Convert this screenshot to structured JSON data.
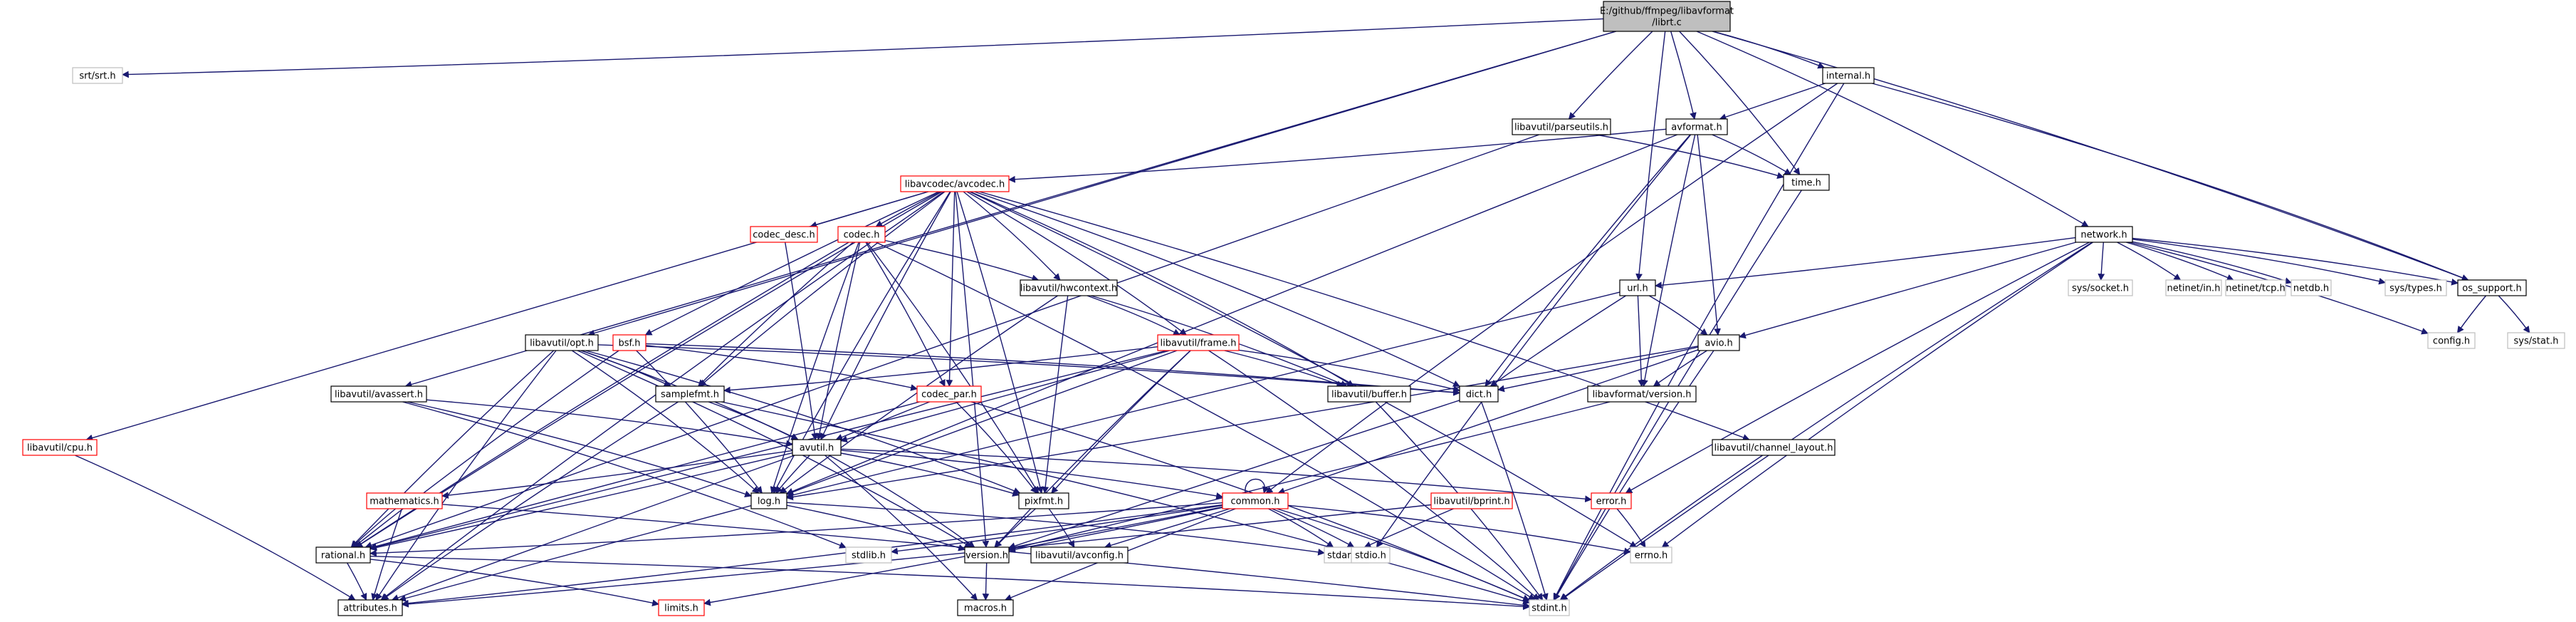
{
  "colors": {
    "edge": "#191970",
    "root_fill": "#bfbfbf",
    "documented_border": "#000000",
    "undocumented_border": "#ff0000",
    "system_border": "#bfbfbf"
  },
  "nodes": [
    {
      "id": "root",
      "lines": [
        "E:/github/ffmpeg/libavformat",
        "/librt.c"
      ],
      "kind": "root"
    },
    {
      "id": "srt",
      "lines": [
        "srt/srt.h"
      ],
      "kind": "sys"
    },
    {
      "id": "parseutils",
      "lines": [
        "libavutil/parseutils.h"
      ],
      "kind": "doc"
    },
    {
      "id": "internal",
      "lines": [
        "internal.h"
      ],
      "kind": "doc"
    },
    {
      "id": "avformat",
      "lines": [
        "avformat.h"
      ],
      "kind": "doc"
    },
    {
      "id": "time",
      "lines": [
        "time.h"
      ],
      "kind": "doc"
    },
    {
      "id": "avcodec",
      "lines": [
        "libavcodec/avcodec.h"
      ],
      "kind": "hid"
    },
    {
      "id": "network",
      "lines": [
        "network.h"
      ],
      "kind": "doc"
    },
    {
      "id": "codec_desc",
      "lines": [
        "codec_desc.h"
      ],
      "kind": "hid"
    },
    {
      "id": "codec",
      "lines": [
        "codec.h"
      ],
      "kind": "hid"
    },
    {
      "id": "url",
      "lines": [
        "url.h"
      ],
      "kind": "doc"
    },
    {
      "id": "os_support",
      "lines": [
        "os_support.h"
      ],
      "kind": "doc"
    },
    {
      "id": "hwcontext",
      "lines": [
        "libavutil/hwcontext.h"
      ],
      "kind": "doc"
    },
    {
      "id": "socket",
      "lines": [
        "sys/socket.h"
      ],
      "kind": "sys"
    },
    {
      "id": "netin",
      "lines": [
        "netinet/in.h"
      ],
      "kind": "sys"
    },
    {
      "id": "tcp",
      "lines": [
        "netinet/tcp.h"
      ],
      "kind": "sys"
    },
    {
      "id": "netdb",
      "lines": [
        "netdb.h"
      ],
      "kind": "sys"
    },
    {
      "id": "types",
      "lines": [
        "sys/types.h"
      ],
      "kind": "sys"
    },
    {
      "id": "config",
      "lines": [
        "config.h"
      ],
      "kind": "sys"
    },
    {
      "id": "stat",
      "lines": [
        "sys/stat.h"
      ],
      "kind": "sys"
    },
    {
      "id": "opt",
      "lines": [
        "libavutil/opt.h"
      ],
      "kind": "doc"
    },
    {
      "id": "bsf",
      "lines": [
        "bsf.h"
      ],
      "kind": "hid"
    },
    {
      "id": "frame",
      "lines": [
        "libavutil/frame.h"
      ],
      "kind": "hid"
    },
    {
      "id": "avio",
      "lines": [
        "avio.h"
      ],
      "kind": "doc"
    },
    {
      "id": "buffer",
      "lines": [
        "libavutil/buffer.h"
      ],
      "kind": "doc"
    },
    {
      "id": "dict",
      "lines": [
        "dict.h"
      ],
      "kind": "doc"
    },
    {
      "id": "avassert",
      "lines": [
        "libavutil/avassert.h"
      ],
      "kind": "doc"
    },
    {
      "id": "samplefmt",
      "lines": [
        "samplefmt.h"
      ],
      "kind": "doc"
    },
    {
      "id": "codec_par",
      "lines": [
        "codec_par.h"
      ],
      "kind": "hid"
    },
    {
      "id": "avf_version",
      "lines": [
        "libavformat/version.h"
      ],
      "kind": "doc"
    },
    {
      "id": "cpu",
      "lines": [
        "libavutil/cpu.h"
      ],
      "kind": "hid"
    },
    {
      "id": "avutil",
      "lines": [
        "avutil.h"
      ],
      "kind": "doc"
    },
    {
      "id": "channel_layout",
      "lines": [
        "libavutil/channel_layout.h"
      ],
      "kind": "doc"
    },
    {
      "id": "mathematics",
      "lines": [
        "mathematics.h"
      ],
      "kind": "hid"
    },
    {
      "id": "log",
      "lines": [
        "log.h"
      ],
      "kind": "doc"
    },
    {
      "id": "pixfmt",
      "lines": [
        "pixfmt.h"
      ],
      "kind": "doc"
    },
    {
      "id": "common",
      "lines": [
        "common.h"
      ],
      "kind": "hid"
    },
    {
      "id": "bprint",
      "lines": [
        "libavutil/bprint.h"
      ],
      "kind": "hid"
    },
    {
      "id": "error",
      "lines": [
        "error.h"
      ],
      "kind": "hid"
    },
    {
      "id": "rational",
      "lines": [
        "rational.h"
      ],
      "kind": "doc"
    },
    {
      "id": "stdlib",
      "lines": [
        "stdlib.h"
      ],
      "kind": "sys"
    },
    {
      "id": "version",
      "lines": [
        "version.h"
      ],
      "kind": "doc"
    },
    {
      "id": "avconfig",
      "lines": [
        "libavutil/avconfig.h"
      ],
      "kind": "doc"
    },
    {
      "id": "stdarg",
      "lines": [
        "stdarg.h"
      ],
      "kind": "sys"
    },
    {
      "id": "stdio",
      "lines": [
        "stdio.h"
      ],
      "kind": "sys"
    },
    {
      "id": "errno",
      "lines": [
        "errno.h"
      ],
      "kind": "sys"
    },
    {
      "id": "attributes",
      "lines": [
        "attributes.h"
      ],
      "kind": "doc"
    },
    {
      "id": "limits",
      "lines": [
        "limits.h"
      ],
      "kind": "hid"
    },
    {
      "id": "macros",
      "lines": [
        "macros.h"
      ],
      "kind": "doc"
    },
    {
      "id": "stdint",
      "lines": [
        "stdint.h"
      ],
      "kind": "sys"
    }
  ],
  "edges": [
    [
      "root",
      "srt"
    ],
    [
      "root",
      "avassert"
    ],
    [
      "root",
      "opt"
    ],
    [
      "root",
      "parseutils"
    ],
    [
      "root",
      "avformat"
    ],
    [
      "root",
      "time"
    ],
    [
      "root",
      "url"
    ],
    [
      "root",
      "internal"
    ],
    [
      "root",
      "network"
    ],
    [
      "root",
      "os_support"
    ],
    [
      "parseutils",
      "time"
    ],
    [
      "parseutils",
      "rational"
    ],
    [
      "internal",
      "avformat"
    ],
    [
      "internal",
      "os_support"
    ],
    [
      "internal",
      "stdint"
    ],
    [
      "internal",
      "common"
    ],
    [
      "avformat",
      "time"
    ],
    [
      "avformat",
      "avcodec"
    ],
    [
      "avformat",
      "log"
    ],
    [
      "avformat",
      "dict"
    ],
    [
      "avformat",
      "avio"
    ],
    [
      "avformat",
      "avf_version"
    ],
    [
      "avformat",
      "stdio"
    ],
    [
      "avcodec",
      "codec_desc"
    ],
    [
      "avcodec",
      "codec"
    ],
    [
      "avcodec",
      "bsf"
    ],
    [
      "avcodec",
      "hwcontext"
    ],
    [
      "avcodec",
      "frame"
    ],
    [
      "avcodec",
      "buffer"
    ],
    [
      "avcodec",
      "dict"
    ],
    [
      "avcodec",
      "samplefmt"
    ],
    [
      "avcodec",
      "codec_par"
    ],
    [
      "avcodec",
      "avutil"
    ],
    [
      "avcodec",
      "channel_layout"
    ],
    [
      "avcodec",
      "cpu"
    ],
    [
      "avcodec",
      "log"
    ],
    [
      "avcodec",
      "pixfmt"
    ],
    [
      "avcodec",
      "rational"
    ],
    [
      "avcodec",
      "attributes"
    ],
    [
      "avcodec",
      "errno"
    ],
    [
      "avcodec",
      "version"
    ],
    [
      "codec_desc",
      "avutil"
    ],
    [
      "codec",
      "hwcontext"
    ],
    [
      "codec",
      "samplefmt"
    ],
    [
      "codec",
      "avutil"
    ],
    [
      "codec",
      "log"
    ],
    [
      "codec",
      "pixfmt"
    ],
    [
      "codec",
      "rational"
    ],
    [
      "codec",
      "stdint"
    ],
    [
      "codec",
      "codec_par"
    ],
    [
      "hwcontext",
      "buffer"
    ],
    [
      "hwcontext",
      "frame"
    ],
    [
      "hwcontext",
      "log"
    ],
    [
      "hwcontext",
      "pixfmt"
    ],
    [
      "bsf",
      "dict"
    ],
    [
      "bsf",
      "log"
    ],
    [
      "bsf",
      "rational"
    ],
    [
      "bsf",
      "codec_par"
    ],
    [
      "opt",
      "dict"
    ],
    [
      "opt",
      "samplefmt"
    ],
    [
      "opt",
      "avutil"
    ],
    [
      "opt",
      "log"
    ],
    [
      "opt",
      "pixfmt"
    ],
    [
      "opt",
      "rational"
    ],
    [
      "opt",
      "version"
    ],
    [
      "opt",
      "attributes"
    ],
    [
      "frame",
      "buffer"
    ],
    [
      "frame",
      "dict"
    ],
    [
      "frame",
      "samplefmt"
    ],
    [
      "frame",
      "avutil"
    ],
    [
      "frame",
      "log"
    ],
    [
      "frame",
      "pixfmt"
    ],
    [
      "frame",
      "rational"
    ],
    [
      "frame",
      "stdint"
    ],
    [
      "frame",
      "version"
    ],
    [
      "avassert",
      "avutil"
    ],
    [
      "avassert",
      "log"
    ],
    [
      "avassert",
      "stdlib"
    ],
    [
      "samplefmt",
      "avutil"
    ],
    [
      "samplefmt",
      "attributes"
    ],
    [
      "samplefmt",
      "stdint"
    ],
    [
      "codec_par",
      "avutil"
    ],
    [
      "codec_par",
      "pixfmt"
    ],
    [
      "codec_par",
      "rational"
    ],
    [
      "codec_par",
      "stdint"
    ],
    [
      "avutil",
      "common"
    ],
    [
      "avutil",
      "error"
    ],
    [
      "avutil",
      "mathematics"
    ],
    [
      "avutil",
      "log"
    ],
    [
      "avutil",
      "pixfmt"
    ],
    [
      "avutil",
      "rational"
    ],
    [
      "avutil",
      "version"
    ],
    [
      "avutil",
      "macros"
    ],
    [
      "avutil",
      "attributes"
    ],
    [
      "common",
      "common"
    ],
    [
      "common",
      "errno"
    ],
    [
      "common",
      "stdlib"
    ],
    [
      "common",
      "stdint"
    ],
    [
      "common",
      "version"
    ],
    [
      "common",
      "avconfig"
    ],
    [
      "common",
      "attributes"
    ],
    [
      "common",
      "macros"
    ],
    [
      "common",
      "limits"
    ],
    [
      "common",
      "stdio"
    ],
    [
      "common",
      "stdarg"
    ],
    [
      "common",
      "rational"
    ],
    [
      "mathematics",
      "rational"
    ],
    [
      "mathematics",
      "attributes"
    ],
    [
      "mathematics",
      "stdint"
    ],
    [
      "log",
      "version"
    ],
    [
      "log",
      "attributes"
    ],
    [
      "log",
      "stdarg"
    ],
    [
      "pixfmt",
      "version"
    ],
    [
      "pixfmt",
      "avconfig"
    ],
    [
      "error",
      "errno"
    ],
    [
      "rational",
      "attributes"
    ],
    [
      "rational",
      "stdint"
    ],
    [
      "rational",
      "limits"
    ],
    [
      "version",
      "macros"
    ],
    [
      "bprint",
      "stdarg"
    ],
    [
      "bprint",
      "attributes"
    ],
    [
      "url",
      "avio"
    ],
    [
      "url",
      "dict"
    ],
    [
      "url",
      "log"
    ],
    [
      "url",
      "avf_version"
    ],
    [
      "avio",
      "dict"
    ],
    [
      "avio",
      "log"
    ],
    [
      "avio",
      "stdint"
    ],
    [
      "avio",
      "common"
    ],
    [
      "avio",
      "avf_version"
    ],
    [
      "avf_version",
      "version"
    ],
    [
      "dict",
      "stdint"
    ],
    [
      "dict",
      "version"
    ],
    [
      "buffer",
      "stdint"
    ],
    [
      "channel_layout",
      "stdint"
    ],
    [
      "cpu",
      "attributes"
    ],
    [
      "time",
      "stdint"
    ],
    [
      "network",
      "socket"
    ],
    [
      "network",
      "netin"
    ],
    [
      "network",
      "tcp"
    ],
    [
      "network",
      "netdb"
    ],
    [
      "network",
      "types"
    ],
    [
      "network",
      "config"
    ],
    [
      "network",
      "os_support"
    ],
    [
      "network",
      "url"
    ],
    [
      "network",
      "avio"
    ],
    [
      "network",
      "error"
    ],
    [
      "network",
      "errno"
    ],
    [
      "network",
      "stdint"
    ],
    [
      "os_support",
      "config"
    ],
    [
      "os_support",
      "stat"
    ]
  ]
}
